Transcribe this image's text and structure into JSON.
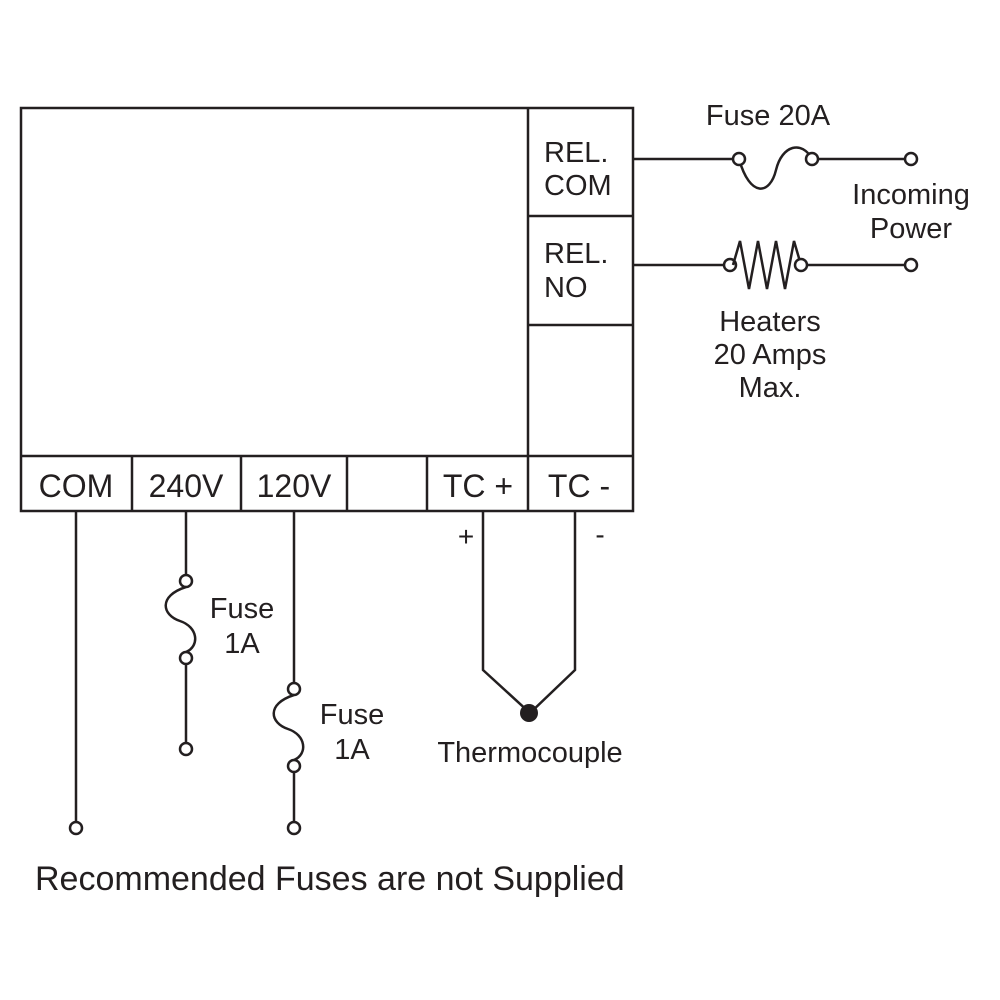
{
  "controller": {
    "relay_labels": [
      {
        "line1": "REL.",
        "line2": "COM"
      },
      {
        "line1": "REL.",
        "line2": "NO"
      }
    ],
    "bottom_terminals": [
      "COM",
      "240V",
      "120V",
      "",
      "TC +",
      "TC -"
    ]
  },
  "relay_circuit": {
    "fuse_label": "Fuse 20A",
    "power_label": {
      "line1": "Incoming",
      "line2": "Power"
    },
    "heater_label": {
      "line1": "Heaters",
      "line2": "20 Amps",
      "line3": "Max."
    }
  },
  "supply": {
    "fuse_240": {
      "line1": "Fuse",
      "line2": "1A"
    },
    "fuse_120": {
      "line1": "Fuse",
      "line2": "1A"
    }
  },
  "thermocouple": {
    "plus_sign": "+",
    "minus_sign": "-",
    "label": "Thermocouple"
  },
  "footer": {
    "note": "Recommended Fuses are not Supplied"
  },
  "colors": {
    "line": "#231f20",
    "background": "#ffffff"
  }
}
